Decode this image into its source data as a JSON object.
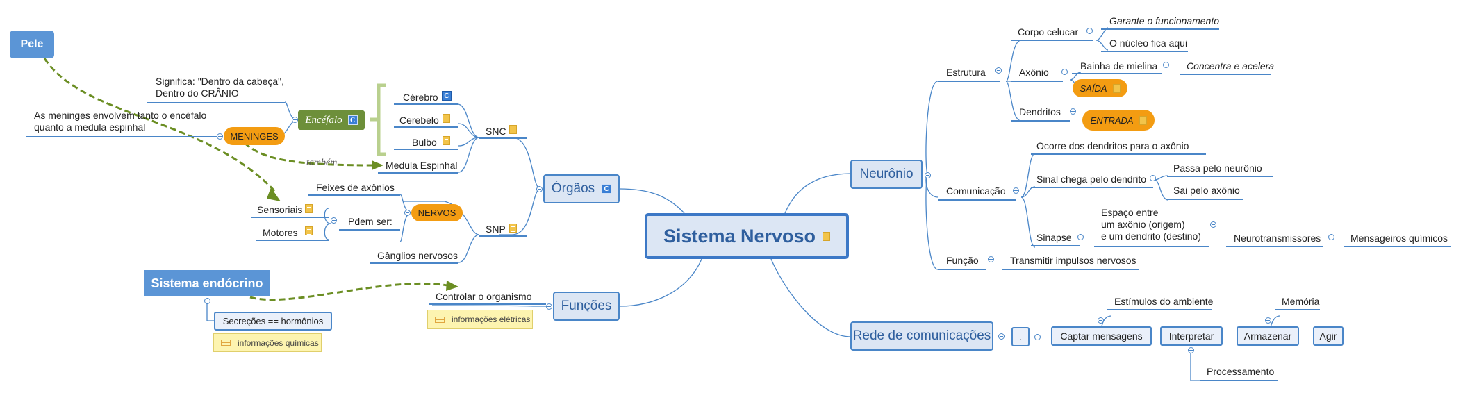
{
  "central": {
    "label": "Sistema Nervoso"
  },
  "left": {
    "orgaos": {
      "label": "Órgãos",
      "snc": {
        "label": "SNC",
        "items": [
          "Cérebro",
          "Cerebelo",
          "Bulbo",
          "Medula Espinhal"
        ],
        "encefalo": {
          "label": "Encéfalo",
          "significa_line1": "Significa: \"Dentro da cabeça\",",
          "significa_line2": "Dentro do CRÂNIO",
          "meninges": "MENINGES",
          "meninges_desc_line1": "As meninges envolvem tanto o encéfalo",
          "meninges_desc_line2": "quanto a medula espinhal",
          "tambem": "também"
        }
      },
      "snp": {
        "label": "SNP",
        "nervos": "NERVOS",
        "feixes": "Feixes de axônios",
        "pdem": "Pdem ser:",
        "sensoriais": "Sensoriais",
        "motores": "Motores",
        "ganglios": "Gânglios nervosos"
      }
    },
    "funcoes": {
      "label": "Funções",
      "controlar": "Controlar o organismo",
      "note": "informações elétricas"
    },
    "pele": "Pele",
    "endocrino": {
      "label": "Sistema endócrino",
      "secrecoes": "Secreções == hormônios",
      "note": "informações químicas"
    }
  },
  "right": {
    "neuronio": {
      "label": "Neurônio",
      "estrutura": {
        "label": "Estrutura",
        "corpo": "Corpo celucar",
        "garante": "Garante o funcionamento",
        "nucleo": "O núcleo fica aqui",
        "axonio": "Axônio",
        "bainha": "Bainha de mielina",
        "concentra": "Concentra e acelera",
        "saida": "SAÍDA",
        "dendritos": "Dendritos",
        "entrada": "ENTRADA"
      },
      "comunicacao": {
        "label": "Comunicação",
        "ocorre": "Ocorre dos dendritos para o axônio",
        "sinal": "Sinal chega pelo dendrito",
        "passa": "Passa pelo neurônio",
        "sai": "Sai pelo axônio",
        "sinapse": "Sinapse",
        "espaco_line1": "Espaço entre",
        "espaco_line2": "um axônio (origem)",
        "espaco_line3": "e um dendrito (destino)",
        "neurotransmissores": "Neurotransmissores",
        "mensageiros": "Mensageiros químicos"
      },
      "funcao": {
        "label": "Função",
        "transmitir": "Transmitir impulsos nervosos"
      }
    },
    "rede": {
      "label": "Rede de comunicações",
      "dot": ".",
      "captar": "Captar mensagens",
      "estimulos": "Estímulos do ambiente",
      "interpretar": "Interpretar",
      "processamento": "Processamento",
      "armazenar": "Armazenar",
      "memoria": "Memória",
      "agir": "Agir"
    }
  },
  "colors": {
    "topic_border": "#4a86c8",
    "topic_fill": "#dce6f4",
    "orange": "#f39c12",
    "green": "#6d8f3a",
    "dashed": "#6b8e23"
  }
}
